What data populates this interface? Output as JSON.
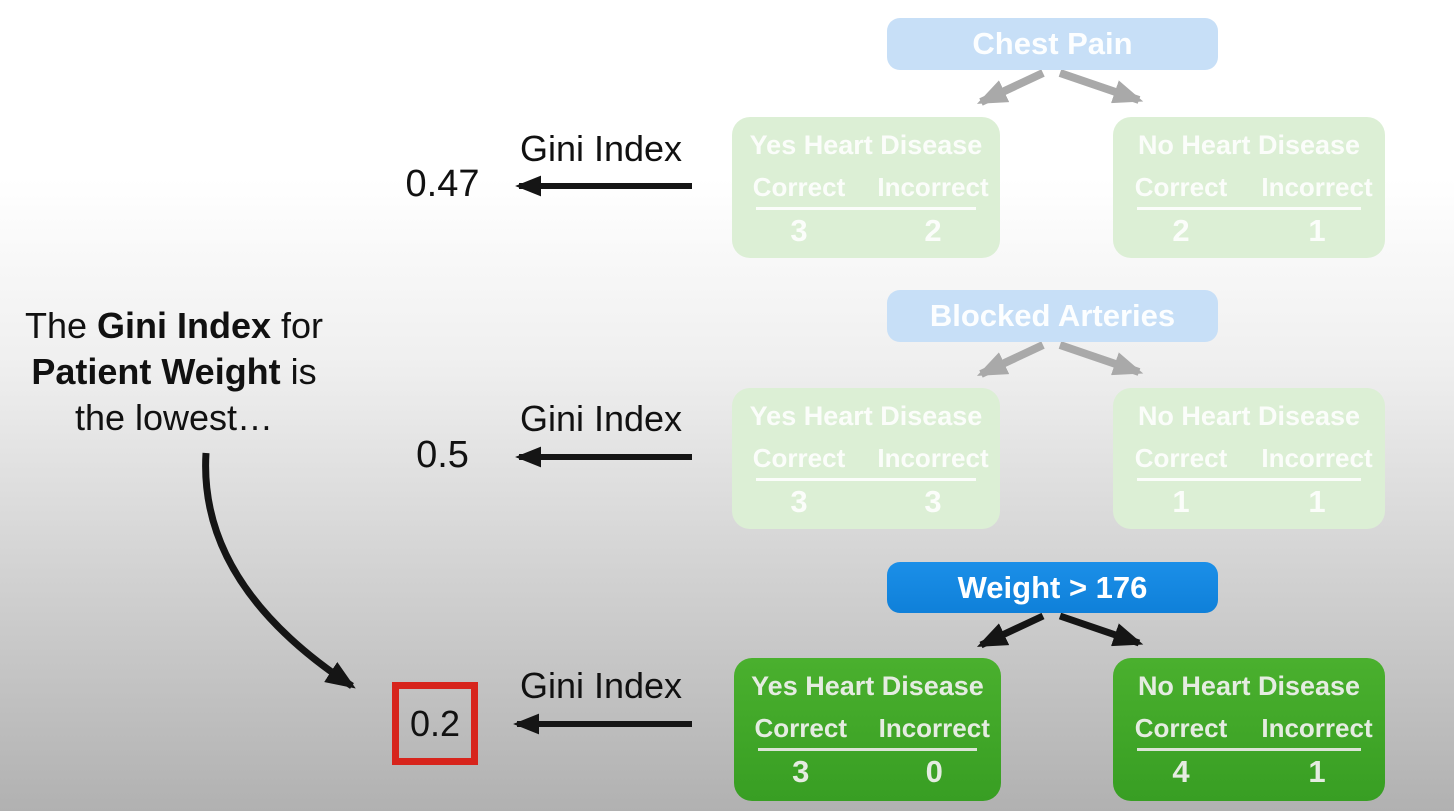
{
  "colors": {
    "background_top": "#ffffff",
    "background_bottom": "#b1b1b1",
    "active_blue": "#1587e2",
    "active_green": "#3fa82a",
    "faded_blue": "#c7dff7",
    "faded_green": "#dcefd5",
    "arrow_gray": "#a9a9a9",
    "arrow_black": "#151515",
    "highlight_red": "#d7241c"
  },
  "annotation": {
    "line1_pre": "The ",
    "line1_bold": "Gini Index",
    "line1_post": " for",
    "line2_bold": "Patient Weight",
    "line2_post": " is",
    "line3": "the lowest…"
  },
  "trees": [
    {
      "root_label": "Chest Pain",
      "state": "faded",
      "gini_label": "Gini Index",
      "gini_value": "0.47",
      "highlighted": false,
      "leaves": [
        {
          "title": "Yes Heart Disease",
          "col_left": "Correct",
          "col_right": "Incorrect",
          "val_left": "3",
          "val_right": "2"
        },
        {
          "title": "No Heart Disease",
          "col_left": "Correct",
          "col_right": "Incorrect",
          "val_left": "2",
          "val_right": "1"
        }
      ]
    },
    {
      "root_label": "Blocked Arteries",
      "state": "faded",
      "gini_label": "Gini Index",
      "gini_value": "0.5",
      "highlighted": false,
      "leaves": [
        {
          "title": "Yes Heart Disease",
          "col_left": "Correct",
          "col_right": "Incorrect",
          "val_left": "3",
          "val_right": "3"
        },
        {
          "title": "No Heart Disease",
          "col_left": "Correct",
          "col_right": "Incorrect",
          "val_left": "1",
          "val_right": "1"
        }
      ]
    },
    {
      "root_label": "Weight > 176",
      "state": "active",
      "gini_label": "Gini Index",
      "gini_value": "0.2",
      "highlighted": true,
      "leaves": [
        {
          "title": "Yes Heart Disease",
          "col_left": "Correct",
          "col_right": "Incorrect",
          "val_left": "3",
          "val_right": "0"
        },
        {
          "title": "No Heart Disease",
          "col_left": "Correct",
          "col_right": "Incorrect",
          "val_left": "4",
          "val_right": "1"
        }
      ]
    }
  ]
}
